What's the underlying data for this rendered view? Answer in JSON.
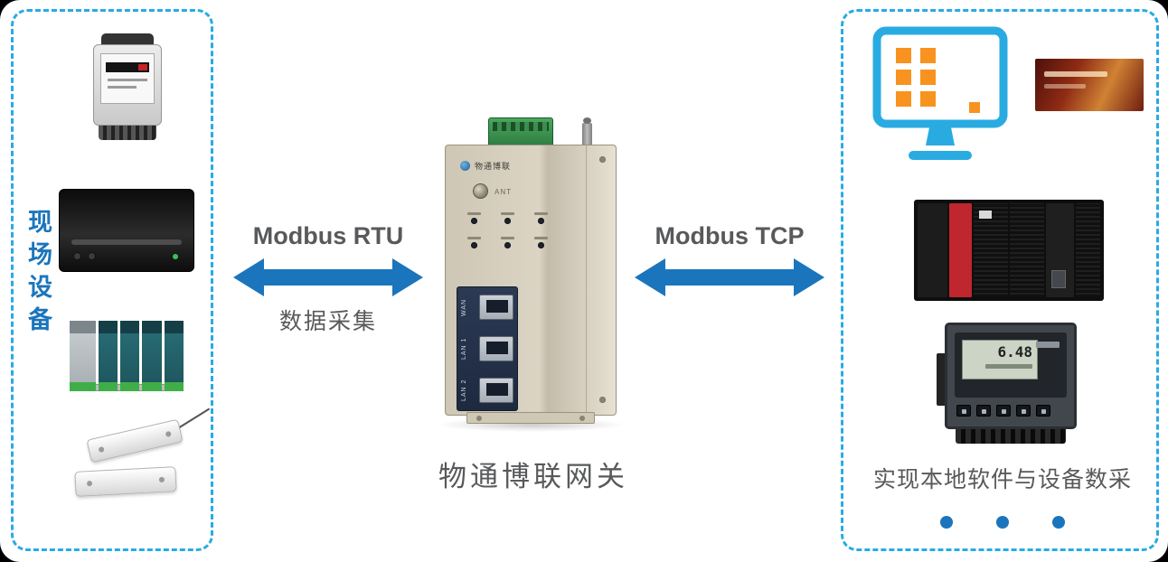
{
  "left_panel": {
    "label": "现场设备"
  },
  "connections": {
    "left": {
      "protocol": "Modbus RTU",
      "caption": "数据采集"
    },
    "right": {
      "protocol": "Modbus TCP"
    }
  },
  "gateway": {
    "caption": "物通博联网关",
    "brand": "物通博联",
    "antenna_label": "ANT",
    "ports": {
      "wan": "WAN",
      "lan1": "LAN 1",
      "lan2": "LAN 2"
    }
  },
  "right_panel": {
    "caption": "实现本地软件与设备数采",
    "controller_reading": "6.48"
  },
  "colors": {
    "dashed_border_blue": "#29ABE2",
    "arrow_blue": "#1B75BC",
    "text_gray": "#58595B",
    "icon_orange": "#F7931E"
  }
}
